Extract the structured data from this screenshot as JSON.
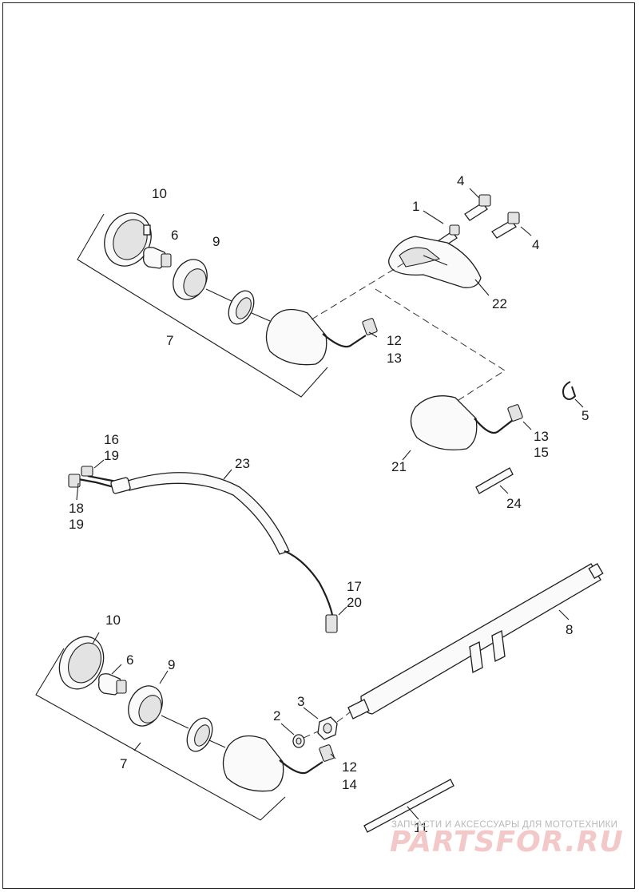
{
  "callouts": {
    "c10a": "10",
    "c6a": "6",
    "c9a": "9",
    "c7a": "7",
    "c4a": "4",
    "c1": "1",
    "c4b": "4",
    "c22": "22",
    "c12a": "12",
    "c13a": "13",
    "c5": "5",
    "c13b": "13",
    "c15": "15",
    "c21": "21",
    "c24": "24",
    "c16": "16",
    "c19a": "19",
    "c18": "18",
    "c19b": "19",
    "c23": "23",
    "c17": "17",
    "c20": "20",
    "c8": "8",
    "c10b": "10",
    "c6b": "6",
    "c9b": "9",
    "c7b": "7",
    "c2": "2",
    "c3": "3",
    "c12b": "12",
    "c14": "14",
    "c11": "11"
  },
  "watermark": {
    "tagline": "ЗАПЧАСТИ И АКСЕССУАРЫ ДЛЯ МОТОТЕХНИКИ",
    "brand": "PARTSFOR.RU"
  }
}
